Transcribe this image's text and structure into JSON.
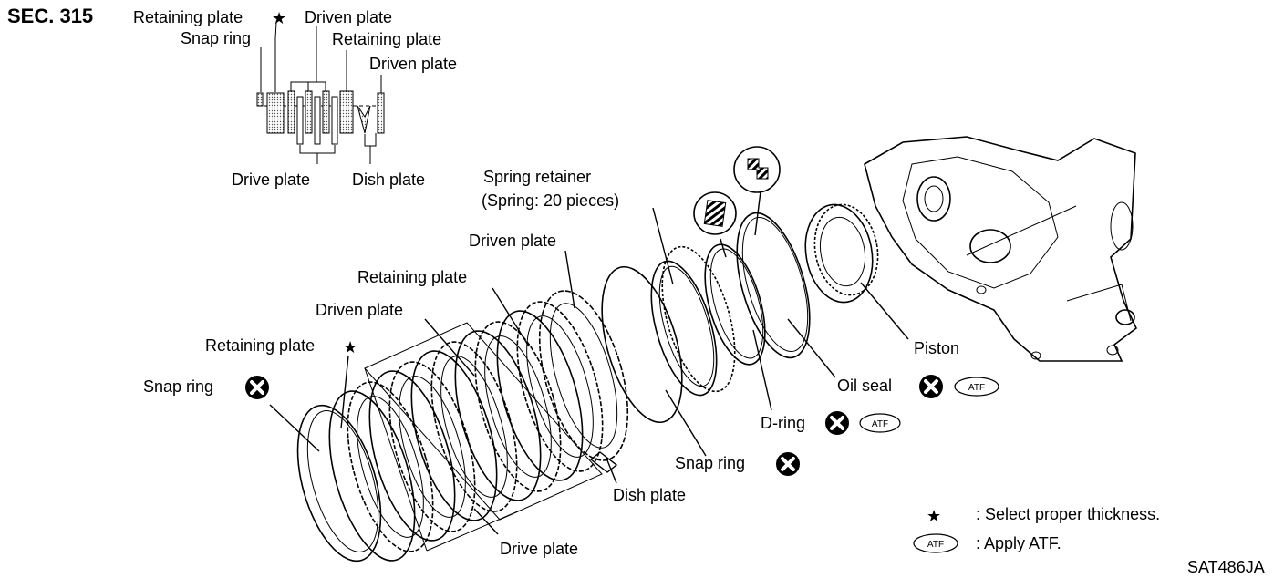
{
  "section_label": "SEC. 315",
  "figure_code": "SAT486JA",
  "inset": {
    "retaining_plate_star": "Retaining plate",
    "driven_plate_top": "Driven plate",
    "snap_ring": "Snap ring",
    "retaining_plate": "Retaining plate",
    "driven_plate_right": "Driven plate",
    "drive_plate": "Drive plate",
    "dish_plate": "Dish plate"
  },
  "callouts": {
    "spring_retainer": "Spring retainer",
    "spring_count": "(Spring: 20 pieces)",
    "driven_plate_1": "Driven plate",
    "retaining_plate_1": "Retaining plate",
    "driven_plate_2": "Driven plate",
    "retaining_plate_star": "Retaining plate",
    "snap_ring_left": "Snap ring",
    "drive_plate": "Drive plate",
    "dish_plate": "Dish plate",
    "snap_ring_mid": "Snap ring",
    "d_ring": "D-ring",
    "oil_seal": "Oil seal",
    "piston": "Piston"
  },
  "legend": {
    "star_text": ": Select proper thickness.",
    "atf_text": ": Apply ATF."
  },
  "atf_badge": "ATF",
  "icons": {
    "star": "★",
    "replace": "replace-part-icon",
    "grease": "grease-icon",
    "sealant": "sealant-icon"
  }
}
